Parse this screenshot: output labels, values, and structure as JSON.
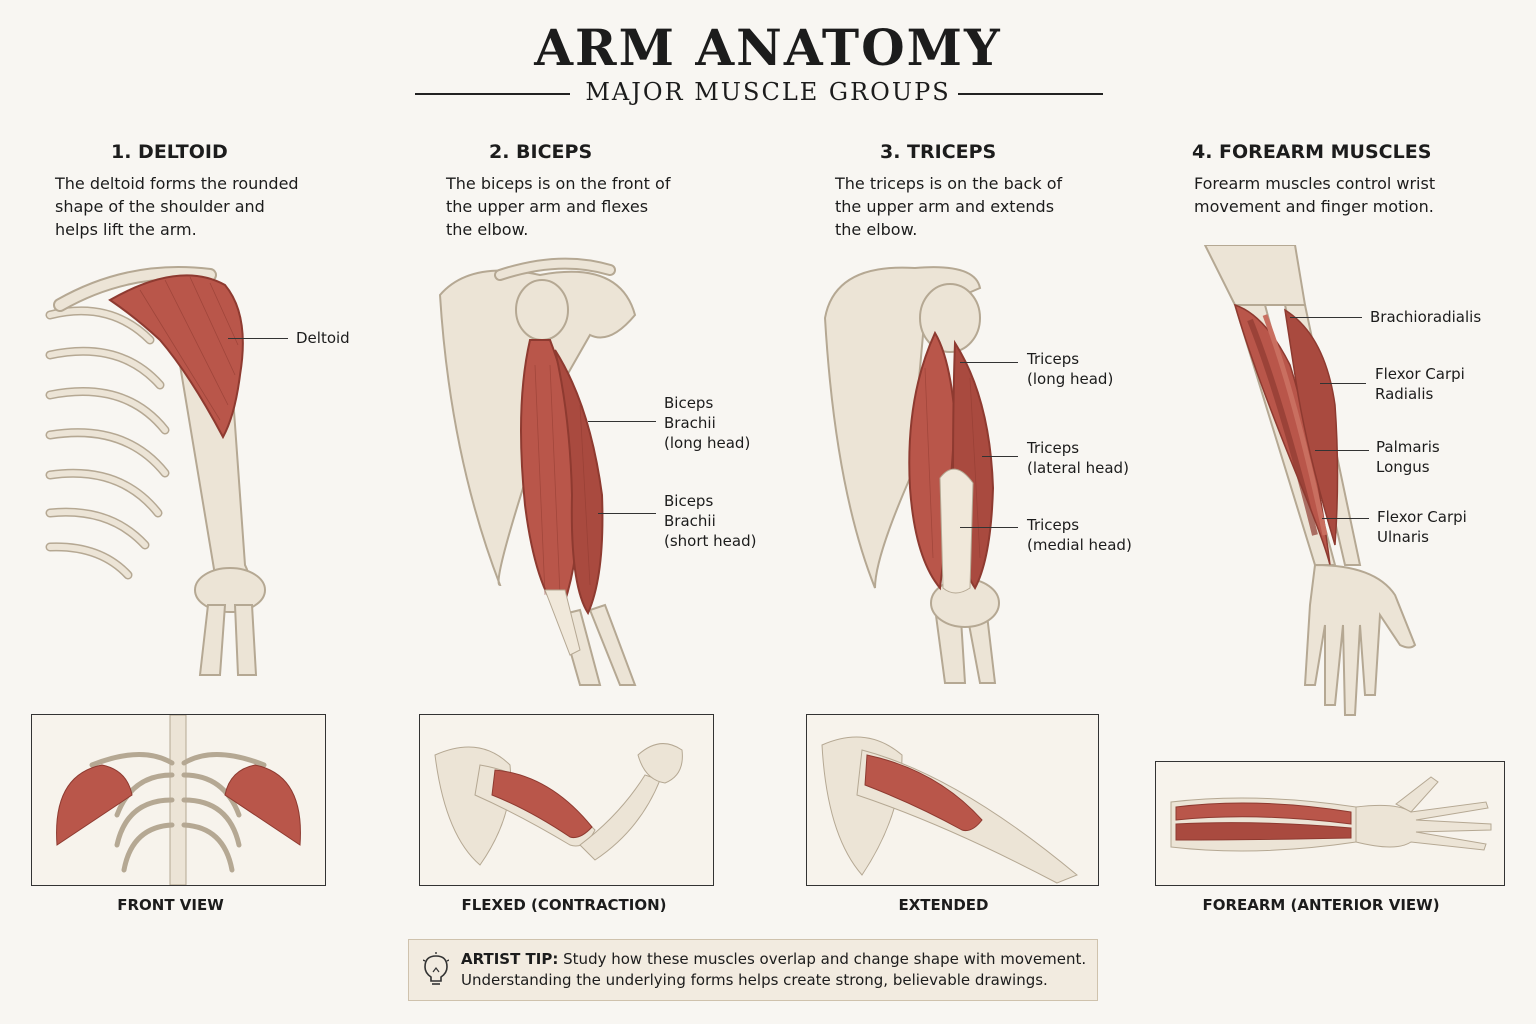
{
  "header": {
    "title": "ARM ANATOMY",
    "subtitle": "MAJOR MUSCLE GROUPS"
  },
  "colors": {
    "muscle": "#b9564a",
    "muscle_dark": "#8e3a30",
    "bone": "#ece4d6",
    "bone_outline": "#b5a893",
    "tip_background": "#f2ebe0"
  },
  "columns": [
    {
      "title": "1. DELTOID",
      "description": [
        "The deltoid forms the rounded",
        "shape of the shoulder and",
        "helps lift the arm."
      ],
      "labels": [
        [
          "Deltoid"
        ]
      ],
      "caption": "FRONT VIEW"
    },
    {
      "title": "2. BICEPS",
      "description": [
        "The biceps is on the front of",
        "the upper arm and flexes",
        "the elbow."
      ],
      "labels": [
        [
          "Biceps",
          "Brachii",
          "(long head)"
        ],
        [
          "Biceps",
          "Brachii",
          "(short head)"
        ]
      ],
      "caption": "FLEXED (CONTRACTION)"
    },
    {
      "title": "3. TRICEPS",
      "description": [
        "The triceps is on the back of",
        "the upper arm and extends",
        "the elbow."
      ],
      "labels": [
        [
          "Triceps",
          "(long head)"
        ],
        [
          "Triceps",
          "(lateral head)"
        ],
        [
          "Triceps",
          "(medial head)"
        ]
      ],
      "caption": "EXTENDED"
    },
    {
      "title": "4. FOREARM MUSCLES",
      "description": [
        "Forearm muscles control wrist",
        "movement and finger motion."
      ],
      "labels": [
        [
          "Brachioradialis"
        ],
        [
          "Flexor Carpi",
          "Radialis"
        ],
        [
          "Palmaris",
          "Longus"
        ],
        [
          "Flexor Carpi",
          "Ulnaris"
        ]
      ],
      "caption": "FOREARM (ANTERIOR VIEW)"
    }
  ],
  "tip": {
    "label": "ARTIST TIP:",
    "line1": "Study how these muscles overlap and change shape with movement.",
    "line2": "Understanding the underlying forms helps create strong, believable drawings."
  },
  "icons": {
    "tip_icon": "lightbulb-icon"
  }
}
